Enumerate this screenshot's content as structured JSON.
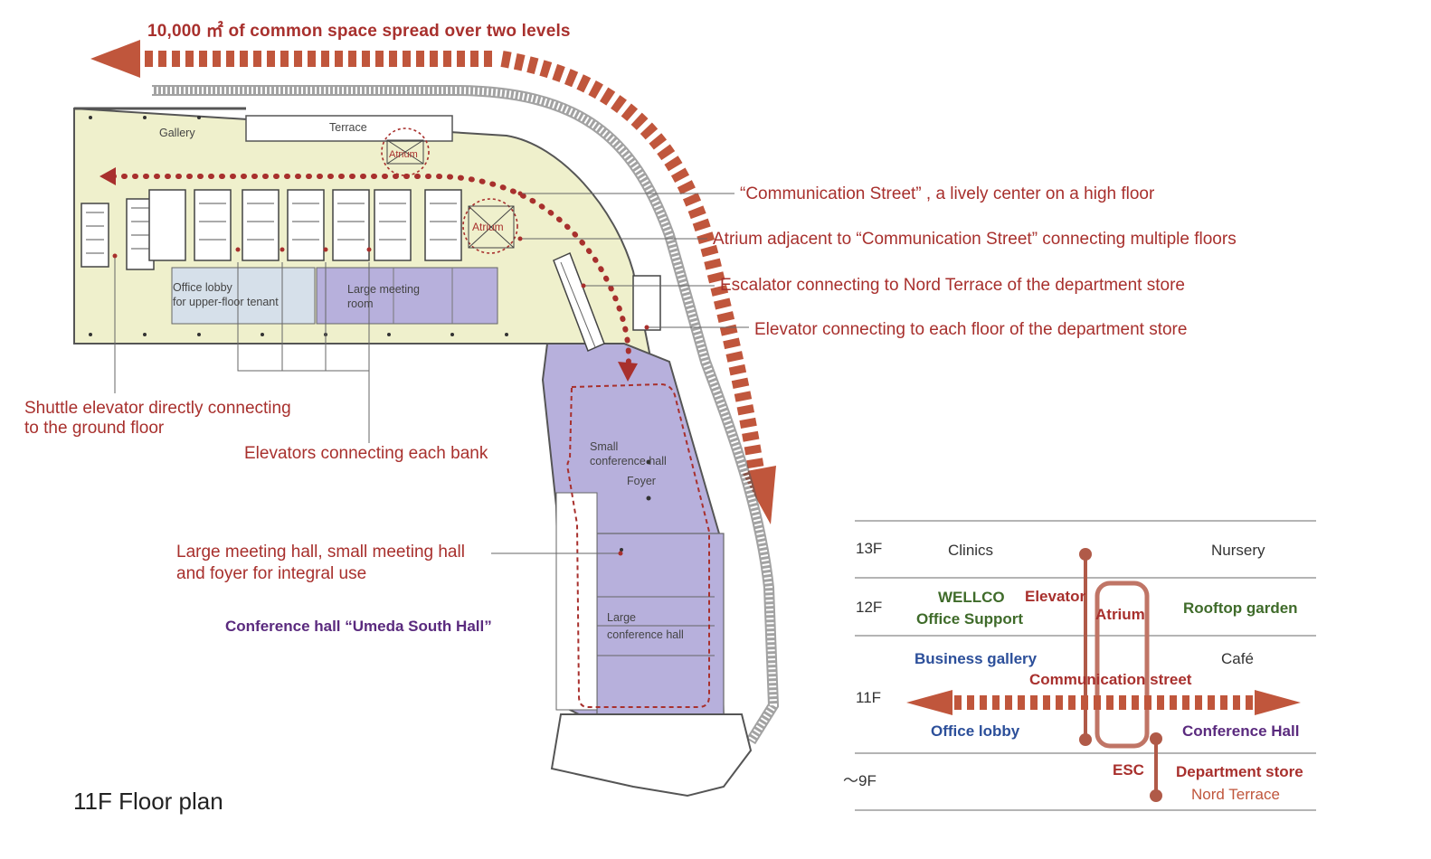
{
  "banner": {
    "text": "10,000 ㎡ of common space spread over two levels"
  },
  "plan_title": "11F Floor plan",
  "rooms": {
    "gallery": "Gallery",
    "terrace": "Terrace",
    "atrium_upper": "Atrium",
    "atrium_lower": "Atrium",
    "office_lobby_line1": "Office lobby",
    "office_lobby_line2": "for upper-floor tenant",
    "large_meeting_line1": "Large meeting",
    "large_meeting_line2": "room",
    "small_conf_line1": "Small",
    "small_conf_line2": "conference hall",
    "foyer": "Foyer",
    "large_conf_line1": "Large",
    "large_conf_line2": "conference hall"
  },
  "callouts": {
    "communication_street": "“Communication  Street” , a lively center  on a high floor",
    "atrium_adjacent": "Atrium adjacent to “Communication  Street” connecting multiple floors",
    "escalator": "Escalator connecting to Nord Terrace of the department store",
    "elevator": "Elevator connecting to each floor of the department store",
    "shuttle_line1": "Shuttle elevator directly connecting",
    "shuttle_line2": "to the ground floor",
    "elevators_bank": "Elevators connecting each bank",
    "meeting_line1": "Large meeting hall, small meeting hall",
    "meeting_line2": "and foyer for integral use",
    "conference_hall": "Conference hall “Umeda South Hall”"
  },
  "section": {
    "floors": {
      "f13": "13F",
      "f12": "12F",
      "f11": "11F",
      "f9": "～9F"
    },
    "clinics": "Clinics",
    "nursery": "Nursery",
    "wellco": "WELLCO",
    "office_support": "Office Support",
    "elevator": "Elevator",
    "atrium": "Atrium",
    "rooftop_garden": "Rooftop garden",
    "business_gallery": "Business gallery",
    "cafe": "Café",
    "communication_street": "Communication street",
    "office_lobby": "Office lobby",
    "conference_hall": "Conference Hall",
    "esc": "ESC",
    "department_store": "Department store",
    "nord_terrace": "Nord Terrace"
  },
  "colors": {
    "accent_red": "#a8302d",
    "arrow_brown": "#c0563c",
    "common_space": "#eff0cc",
    "lobby_blue": "#d6e0ea",
    "meeting_purple": "#b7b0dc",
    "green_text": "#3f6b2a",
    "blue_text": "#2c4f9a",
    "purple_text": "#5a2a7e",
    "section_line": "#b05a48"
  }
}
